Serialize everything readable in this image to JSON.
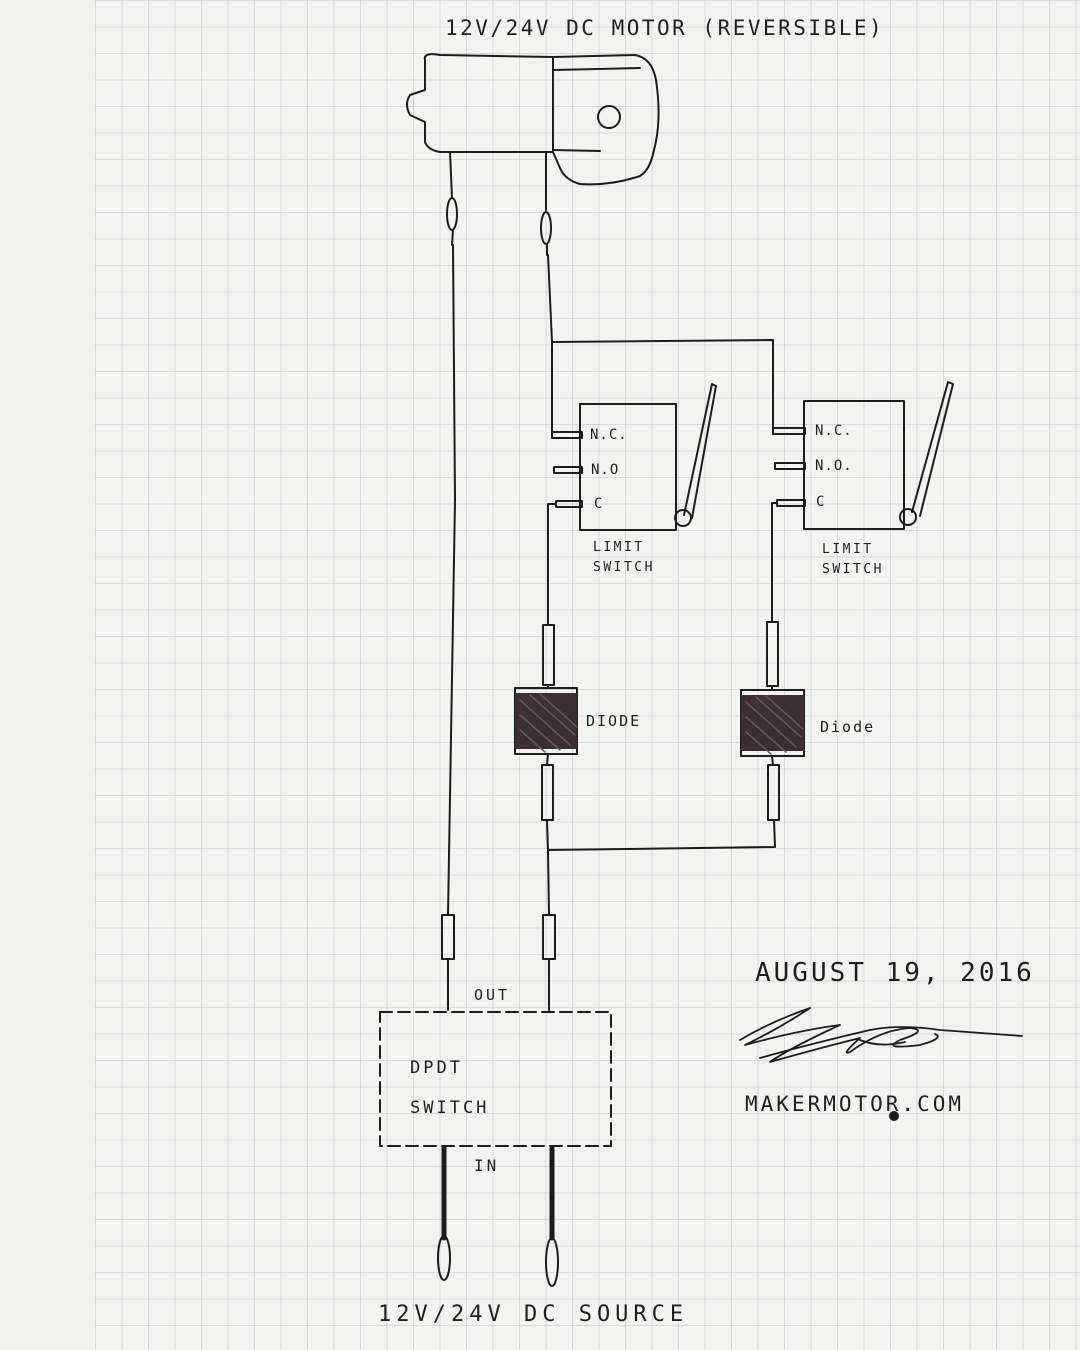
{
  "motor": {
    "label": "12V/24V DC MOTOR (REVERSIBLE)"
  },
  "limit_switch_left": {
    "nc": "N.C.",
    "no": "N.O",
    "c": "C",
    "label_line1": "LIMIT",
    "label_line2": "SWITCH"
  },
  "limit_switch_right": {
    "nc": "N.C.",
    "no": "N.O.",
    "c": "C",
    "label_line1": "LIMIT",
    "label_line2": "SWITCH"
  },
  "diode_left": {
    "label": "DIODE"
  },
  "diode_right": {
    "label": "Diode"
  },
  "dpdt": {
    "out": "OUT",
    "line1": "DPDT",
    "line2": "SWITCH",
    "in": "IN"
  },
  "source": {
    "label": "12V/24V DC SOURCE"
  },
  "signature": {
    "date": "AUGUST 19, 2016",
    "website": "MAKERMOTOR.COM"
  }
}
